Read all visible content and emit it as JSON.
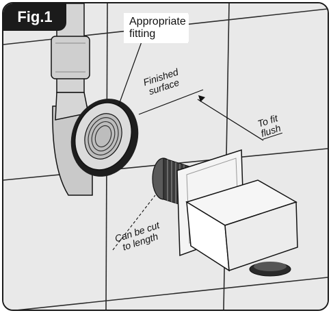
{
  "figure": {
    "label": "Fig.1"
  },
  "callouts": {
    "fitting": {
      "line1": "Appropriate",
      "line2": "fitting"
    },
    "surface": {
      "line1": "Finished",
      "line2": "surface"
    },
    "flush": {
      "line1": "To fit",
      "line2": "flush"
    },
    "length": {
      "line1": "Can be cut",
      "line2": "to length"
    }
  },
  "colors": {
    "tile": "#e9e9e9",
    "grout": "#2b2b2b",
    "pipe": "#d0d0d0",
    "outline": "#111111"
  }
}
